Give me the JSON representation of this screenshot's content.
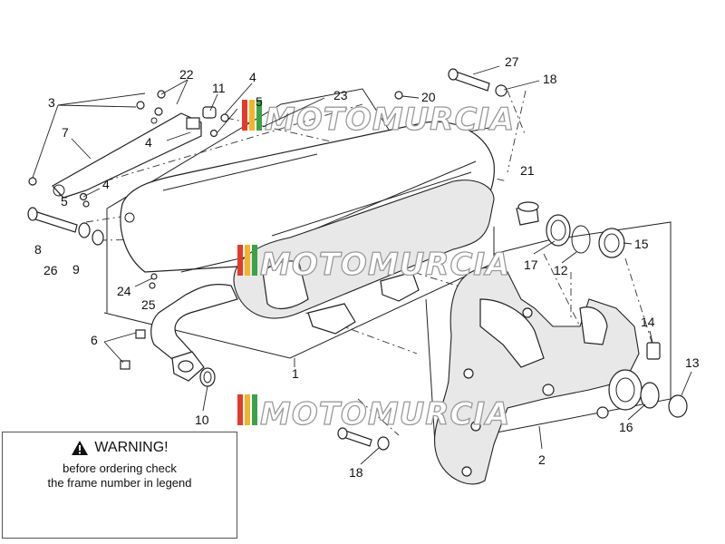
{
  "callouts": [
    "22",
    "3",
    "11",
    "4",
    "5",
    "23",
    "20",
    "7",
    "4",
    "4",
    "5",
    "8",
    "26",
    "9",
    "24",
    "25",
    "6",
    "1",
    "10",
    "27",
    "18",
    "21",
    "15",
    "17",
    "12",
    "14",
    "13",
    "16",
    "2",
    "18"
  ],
  "watermark": {
    "text": "MOTOMURCIA",
    "stripe_colors": [
      "#e23a2c",
      "#f1b52b",
      "#3ba24a"
    ]
  },
  "warning": {
    "title": "WARNING!",
    "line1": "before ordering check",
    "line2": "the frame number in legend",
    "icon": "warning-triangle-icon"
  }
}
